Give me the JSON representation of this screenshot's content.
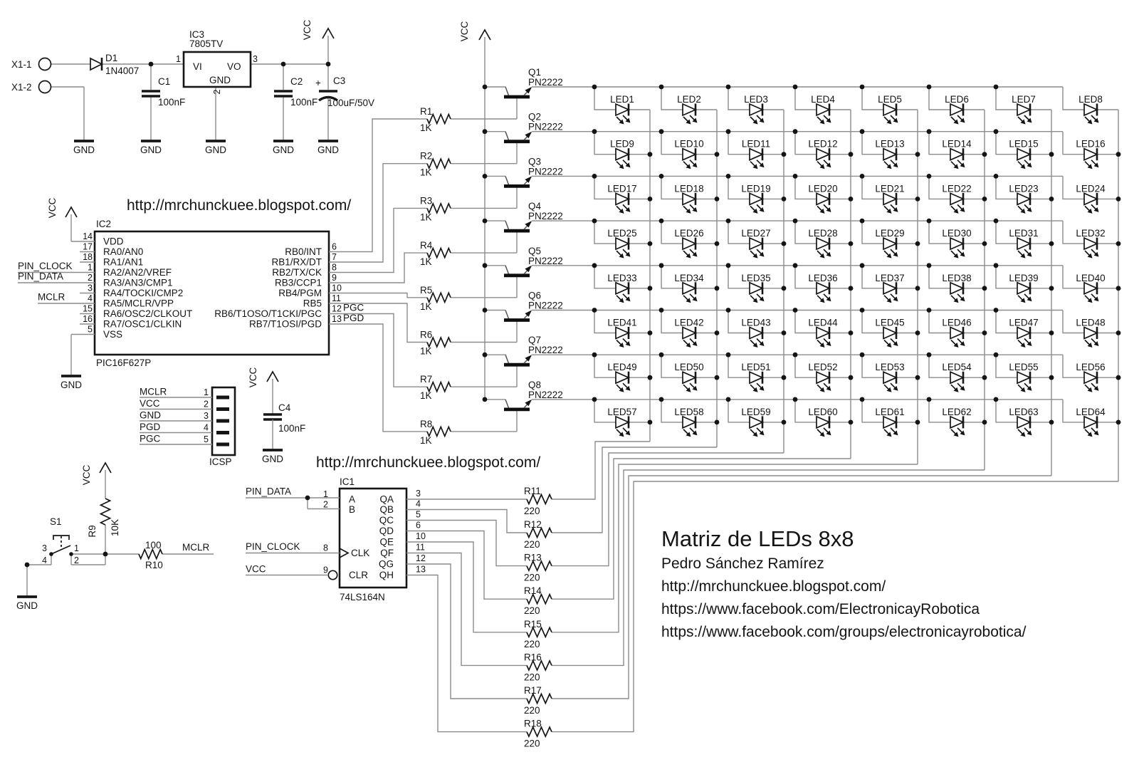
{
  "title_block": {
    "title": "Matriz de LEDs 8x8",
    "author": "Pedro Sánchez Ramírez",
    "url": "http://mrchunckuee.blogspot.com/",
    "facebook": "https://www.facebook.com/ElectronicayRobotica",
    "facebook_group": "https://www.facebook.com/groups/electronicayrobotica/"
  },
  "annotations": {
    "url_top": "http://mrchunckuee.blogspot.com/",
    "url_middle": "http://mrchunckuee.blogspot.com/"
  },
  "net_labels": {
    "vcc": "VCC",
    "gnd": "GND",
    "mclr": "MCLR",
    "pin_clock": "PIN_CLOCK",
    "pin_data": "PIN_DATA",
    "pgc": "PGC",
    "pgd": "PGD"
  },
  "power": {
    "connector_pins": [
      "X1-1",
      "X1-2"
    ],
    "diode": {
      "name": "D1",
      "part": "1N4007"
    },
    "regulator": {
      "name": "IC3",
      "part": "7805TV",
      "pin_in": "VI",
      "pin_out": "VO",
      "pin_gnd": "GND",
      "num_in": "1",
      "num_out": "3",
      "num_gnd": "2"
    },
    "cap1": {
      "name": "C1",
      "value": "100nF"
    },
    "cap2": {
      "name": "C2",
      "value": "100nF"
    },
    "cap3": {
      "name": "C3",
      "value": "100uF/50V",
      "plus": "+"
    },
    "cap4": {
      "name": "C4",
      "value": "100nF"
    }
  },
  "mcu": {
    "name": "IC2",
    "part": "PIC16F627P",
    "left_pins": [
      [
        "14",
        "VDD"
      ],
      [
        "17",
        "RA0/AN0"
      ],
      [
        "18",
        "RA1/AN1"
      ],
      [
        "1",
        "RA2/AN2/VREF"
      ],
      [
        "2",
        "RA3/AN3/CMP1"
      ],
      [
        "3",
        "RA4/TOCKI/CMP2"
      ],
      [
        "4",
        "RA5/MCLR/VPP"
      ],
      [
        "15",
        "RA6/OSC2/CLKOUT"
      ],
      [
        "16",
        "RA7/OSC1/CLKIN"
      ],
      [
        "5",
        "VSS"
      ]
    ],
    "right_pins": [
      [
        "6",
        "RB0/INT"
      ],
      [
        "7",
        "RB1/RX/DT"
      ],
      [
        "8",
        "RB2/TX/CK"
      ],
      [
        "9",
        "RB3/CCP1"
      ],
      [
        "10",
        "RB4/PGM"
      ],
      [
        "11",
        "RB5"
      ],
      [
        "12",
        "RB6/T1OSO/T1CKI/PGC"
      ],
      [
        "13",
        "RB7/T1OSI/PGD"
      ]
    ]
  },
  "icsp": {
    "name": "ICSP",
    "pins": [
      [
        "1",
        "MCLR"
      ],
      [
        "2",
        "VCC"
      ],
      [
        "3",
        "GND"
      ],
      [
        "4",
        "PGD"
      ],
      [
        "5",
        "PGC"
      ]
    ]
  },
  "shift_register": {
    "name": "IC1",
    "part": "74LS164N",
    "left_pins": [
      [
        "1",
        "A"
      ],
      [
        "2",
        "B"
      ],
      [
        "8",
        "CLK"
      ],
      [
        "9",
        "CLR"
      ]
    ],
    "right_pins": [
      [
        "3",
        "QA"
      ],
      [
        "4",
        "QB"
      ],
      [
        "5",
        "QC"
      ],
      [
        "6",
        "QD"
      ],
      [
        "10",
        "QE"
      ],
      [
        "11",
        "QF"
      ],
      [
        "12",
        "QG"
      ],
      [
        "13",
        "QH"
      ]
    ]
  },
  "reset_circuit": {
    "switch": {
      "name": "S1",
      "pins": [
        "3",
        "4",
        "1",
        "2"
      ]
    },
    "pullup": {
      "name": "R9",
      "value": "10K"
    },
    "series": {
      "name": "R10",
      "value": "100"
    }
  },
  "row_drivers": {
    "transistors": [
      {
        "name": "Q1",
        "part": "PN2222"
      },
      {
        "name": "Q2",
        "part": "PN2222"
      },
      {
        "name": "Q3",
        "part": "PN2222"
      },
      {
        "name": "Q4",
        "part": "PN2222"
      },
      {
        "name": "Q5",
        "part": "PN2222"
      },
      {
        "name": "Q6",
        "part": "PN2222"
      },
      {
        "name": "Q7",
        "part": "PN2222"
      },
      {
        "name": "Q8",
        "part": "PN2222"
      }
    ],
    "base_resistors": [
      {
        "name": "R1",
        "value": "1K"
      },
      {
        "name": "R2",
        "value": "1K"
      },
      {
        "name": "R3",
        "value": "1K"
      },
      {
        "name": "R4",
        "value": "1K"
      },
      {
        "name": "R5",
        "value": "1K"
      },
      {
        "name": "R6",
        "value": "1K"
      },
      {
        "name": "R7",
        "value": "1K"
      },
      {
        "name": "R8",
        "value": "1K"
      }
    ]
  },
  "column_resistors": [
    {
      "name": "R11",
      "value": "220"
    },
    {
      "name": "R12",
      "value": "220"
    },
    {
      "name": "R13",
      "value": "220"
    },
    {
      "name": "R14",
      "value": "220"
    },
    {
      "name": "R15",
      "value": "220"
    },
    {
      "name": "R16",
      "value": "220"
    },
    {
      "name": "R17",
      "value": "220"
    },
    {
      "name": "R18",
      "value": "220"
    }
  ],
  "leds": [
    "LED1",
    "LED2",
    "LED3",
    "LED4",
    "LED5",
    "LED6",
    "LED7",
    "LED8",
    "LED9",
    "LED10",
    "LED11",
    "LED12",
    "LED13",
    "LED14",
    "LED15",
    "LED16",
    "LED17",
    "LED18",
    "LED19",
    "LED20",
    "LED21",
    "LED22",
    "LED23",
    "LED24",
    "LED25",
    "LED26",
    "LED27",
    "LED28",
    "LED29",
    "LED30",
    "LED31",
    "LED32",
    "LED33",
    "LED34",
    "LED35",
    "LED36",
    "LED37",
    "LED38",
    "LED39",
    "LED40",
    "LED41",
    "LED42",
    "LED43",
    "LED44",
    "LED45",
    "LED46",
    "LED47",
    "LED48",
    "LED49",
    "LED50",
    "LED51",
    "LED52",
    "LED53",
    "LED54",
    "LED55",
    "LED56",
    "LED57",
    "LED58",
    "LED59",
    "LED60",
    "LED61",
    "LED62",
    "LED63",
    "LED64"
  ]
}
